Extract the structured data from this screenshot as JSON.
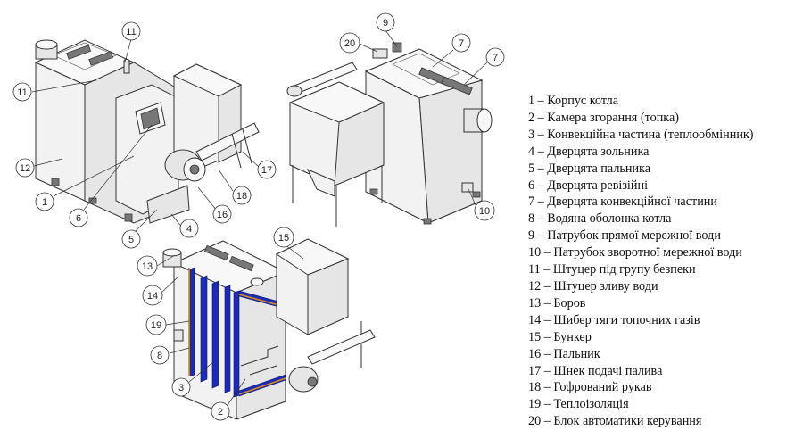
{
  "legend": [
    "1 – Корпус котла",
    "2 – Камера згорання (топка)",
    "3 – Конвекційна частина (теплообмінник)",
    "4 – Дверцята зольника",
    "5 – Дверцята пальника",
    "6 – Дверцята ревізійні",
    "7 – Дверцята конвекційної частини",
    "8 – Водяна оболонка котла",
    "9 – Патрубок прямої мережної води",
    "10 – Патрубок зворотної мережної води",
    "11 – Штуцер під групу безпеки",
    "12 – Штуцер зливу води",
    "13 – Боров",
    "14 – Шибер тяги топочних газів",
    "15 – Бункер",
    "16 – Пальник",
    "17 – Шнек подачі палива",
    "18 – Гофрований рукав",
    "19 – Теплоізоляція",
    "20 –  Блок автоматики керування"
  ],
  "callouts": {
    "c11a": "11",
    "c11b": "11",
    "c12": "12",
    "c1": "1",
    "c6": "6",
    "c5": "5",
    "c4": "4",
    "c16": "16",
    "c18": "18",
    "c17": "17",
    "c9": "9",
    "c20": "20",
    "c7a": "7",
    "c7b": "7",
    "c10": "10",
    "c13": "13",
    "c14": "14",
    "c15": "15",
    "c19": "19",
    "c8": "8",
    "c3": "3",
    "c2": "2"
  },
  "colors": {
    "insulation": "#1b2bb5",
    "insulation_edge": "#d98c1a"
  }
}
